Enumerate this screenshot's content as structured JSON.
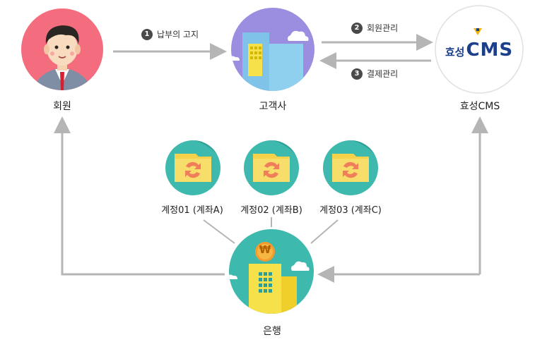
{
  "nodes": {
    "member": {
      "label": "회원"
    },
    "client": {
      "label": "고객사"
    },
    "cms": {
      "label": "효성CMS",
      "logo_korean": "효성",
      "logo_latin": "CMS"
    },
    "bank": {
      "label": "은행",
      "symbol": "₩"
    }
  },
  "steps": [
    {
      "num": "1",
      "label": "납부의 고지"
    },
    {
      "num": "2",
      "label": "회원관리"
    },
    {
      "num": "3",
      "label": "결제관리"
    }
  ],
  "accounts": [
    {
      "label": "계정01 (계좌A)"
    },
    {
      "label": "계정02 (계좌B)"
    },
    {
      "label": "계정03 (계좌C)"
    }
  ],
  "colors": {
    "member_bg": "#f46d7e",
    "client_bg": "#9b8ee0",
    "bank_bg": "#3eb9ad",
    "account_bg": "#3eb9ad",
    "arrow": "#b5b5b5",
    "cms_blue": "#1c3f8c",
    "cms_gold": "#f0b400"
  }
}
